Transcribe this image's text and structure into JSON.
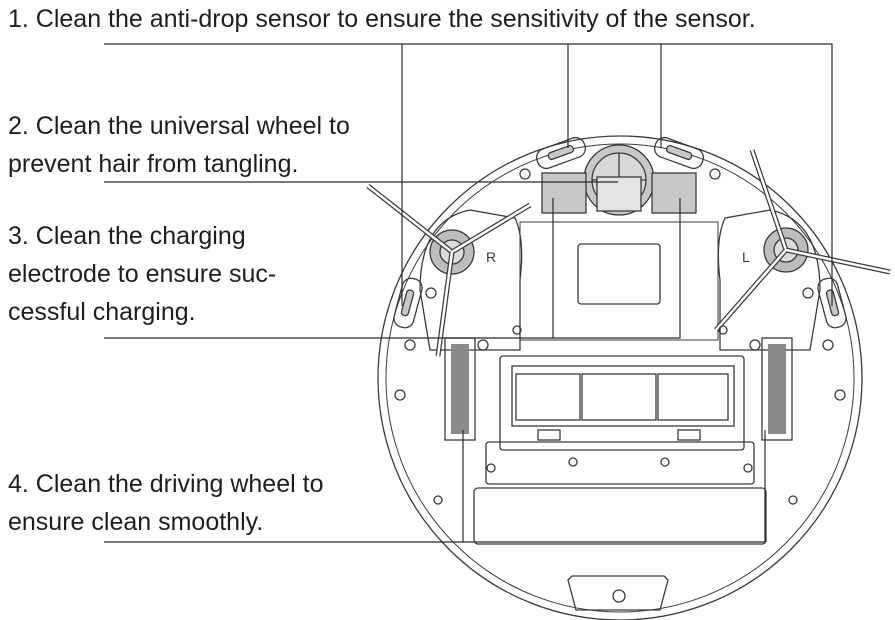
{
  "instructions": [
    {
      "id": "step-1",
      "lines": [
        "1. Clean the anti-drop sensor to ensure the sensitivity of the sensor."
      ]
    },
    {
      "id": "step-2",
      "lines": [
        "2. Clean the universal wheel to",
        "prevent hair from tangling."
      ]
    },
    {
      "id": "step-3",
      "lines": [
        "3. Clean the charging",
        "electrode to ensure suc-",
        "cessful charging."
      ]
    },
    {
      "id": "step-4",
      "lines": [
        "4. Clean the driving wheel to",
        "ensure clean smoothly."
      ]
    }
  ],
  "diagram": {
    "brush_left_mark": "R",
    "brush_right_mark": "L",
    "line_color": "#3a3a3a",
    "panel_fill": "#c8c8c8",
    "brush_fill": "#bdbdbd"
  }
}
